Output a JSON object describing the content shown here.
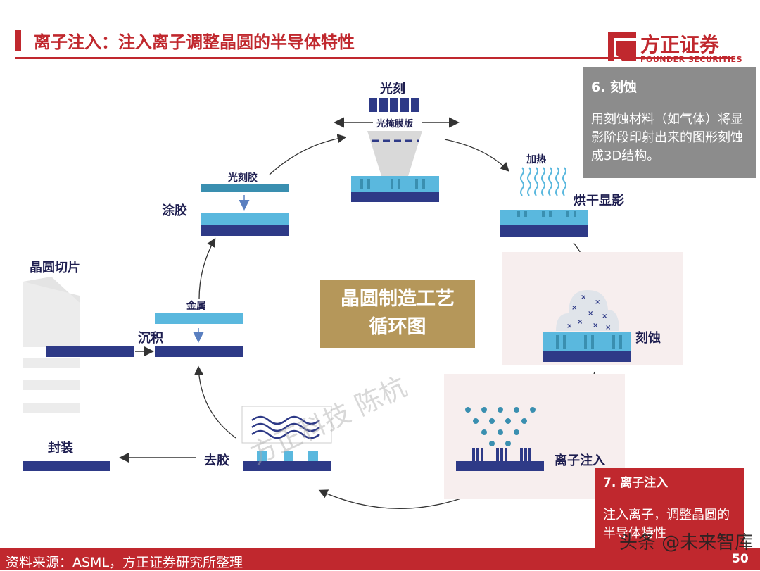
{
  "header": {
    "title": "离子注入：注入离子调整晶圆的半导体特性",
    "logo_name": "方正证券",
    "logo_sub": "FOUNDER SECURITIES"
  },
  "center_label": [
    "晶圆制造工艺",
    "循环图"
  ],
  "steps": {
    "lithography": "光刻",
    "photomask": "光掩膜版",
    "heating": "加热",
    "bake_develop": "烘干显影",
    "etch": "刻蚀",
    "ion_implant": "离子注入",
    "strip": "去胶",
    "package": "封装",
    "deposit": "沉积",
    "metal": "金属",
    "coating": "涂胶",
    "photoresist": "光刻胶",
    "wafer_slicing": "晶圆切片"
  },
  "info_gray": {
    "heading": "6. 刻蚀",
    "body": "用刻蚀材料（如气体）将显影阶段印射出来的图形刻蚀成3D结构。"
  },
  "info_red": {
    "heading": "7. 离子注入",
    "body": "注入离子，调整晶圆的半导体特性"
  },
  "footer": {
    "source": "资料来源：ASML，方正证券研究所整理",
    "page": "50"
  },
  "watermarks": {
    "diagonal": "方正科技 陈杭",
    "corner": "头条 @未来智库"
  },
  "colors": {
    "brand_red": "#c0282e",
    "navy": "#2e3a87",
    "cyan": "#5ab8de",
    "teal": "#3a8fb0",
    "gold": "#b5975a",
    "gray_box": "#8c8c8c"
  }
}
